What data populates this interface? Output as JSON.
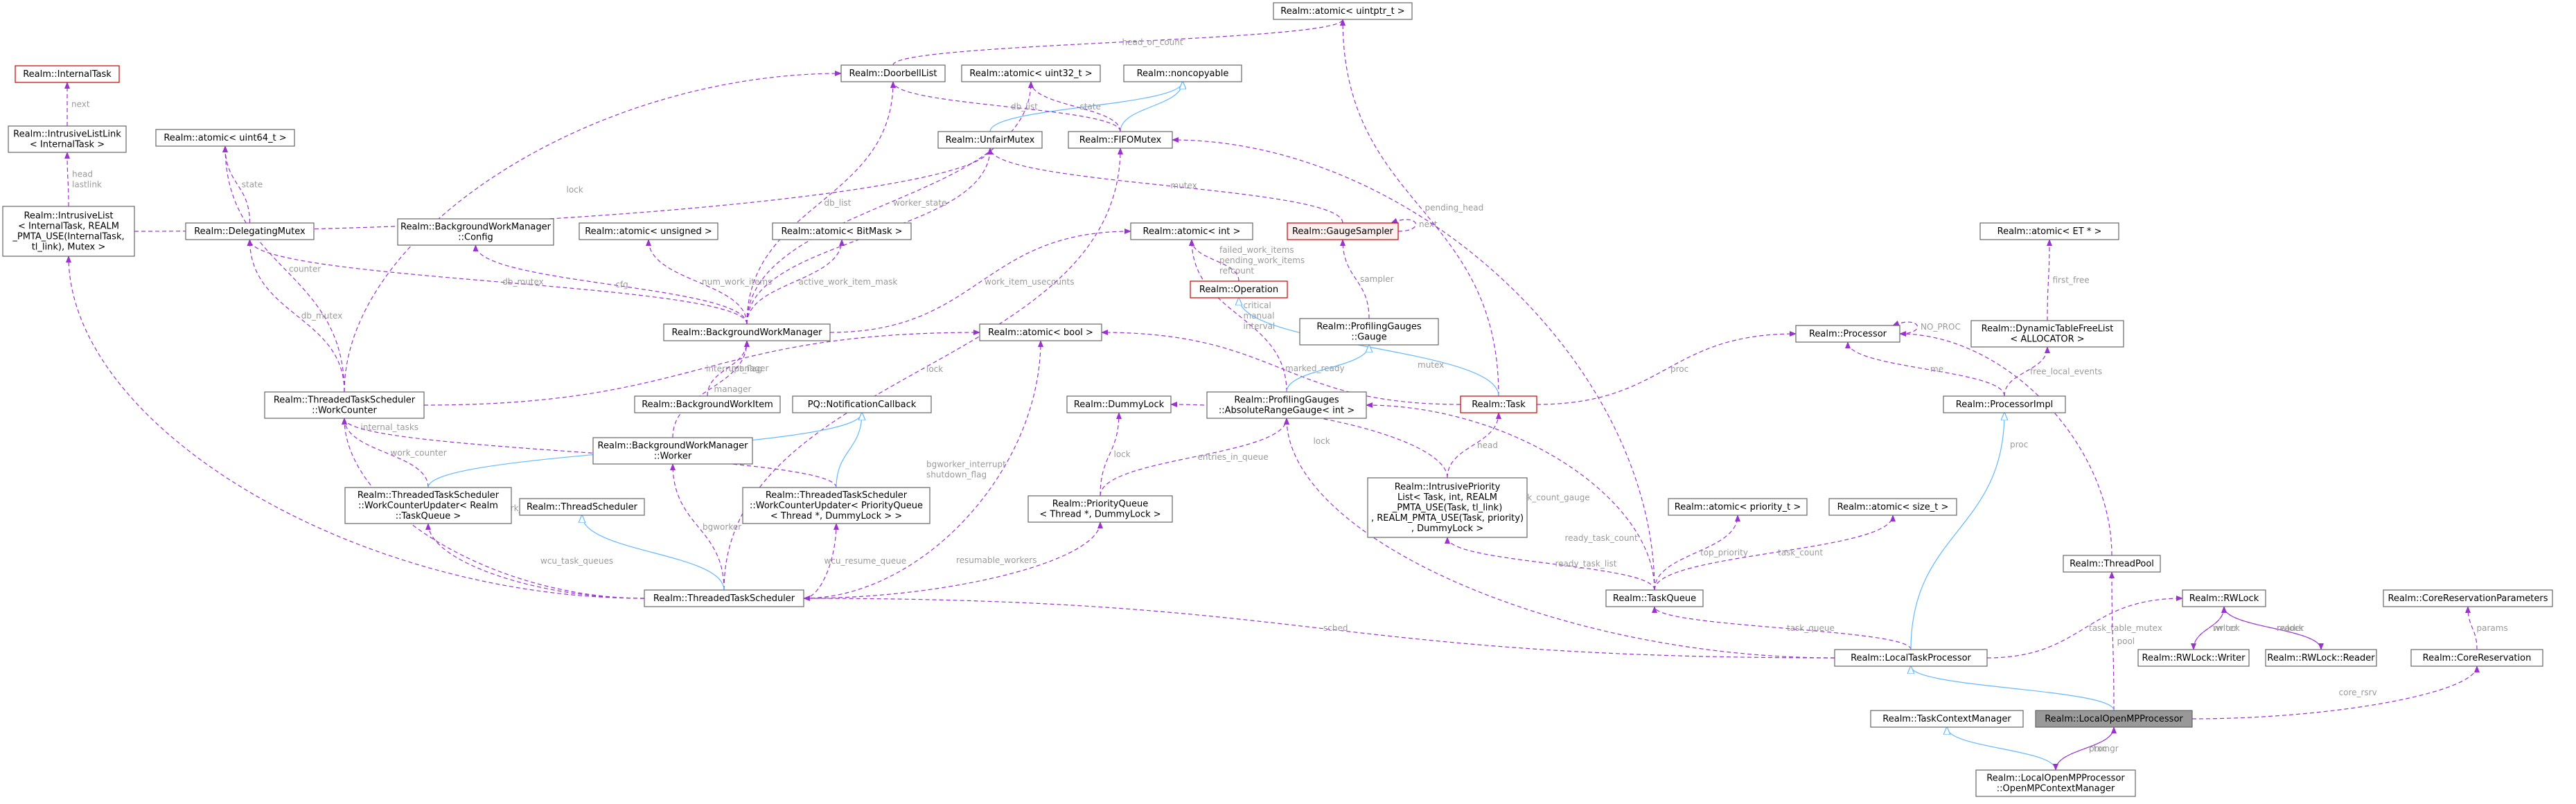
{
  "nodes": {
    "internaltask": "Realm::InternalTask",
    "intrusivelistlink": [
      "Realm::IntrusiveListLink",
      "< InternalTask >"
    ],
    "intrusivelist": [
      "Realm::IntrusiveList",
      "< InternalTask, REALM",
      "_PMTA_USE(InternalTask,",
      "tl_link), Mutex >"
    ],
    "atomic_uint64": "Realm::atomic< uint64_t >",
    "delegatingmutex": "Realm::DelegatingMutex",
    "bgwm_config": [
      "Realm::BackgroundWorkManager",
      "::Config"
    ],
    "atomic_unsigned": "Realm::atomic< unsigned >",
    "atomic_bitmask": "Realm::atomic< BitMask >",
    "doorbelllist": "Realm::DoorbellList",
    "atomic_uint32": "Realm::atomic< uint32_t >",
    "noncopyable": "Realm::noncopyable",
    "atomic_uintptr": "Realm::atomic< uintptr_t >",
    "unfairmutex": "Realm::UnfairMutex",
    "fifomutex": "Realm::FIFOMutex",
    "atomic_int": "Realm::atomic< int >",
    "gaugesampler": "Realm::GaugeSampler",
    "atomic_et": "Realm::atomic< ET * >",
    "bgworkmanager": "Realm::BackgroundWorkManager",
    "bgworkitem": "Realm::BackgroundWorkItem",
    "atomic_bool": "Realm::atomic< bool >",
    "operation": "Realm::Operation",
    "profgauge": [
      "Realm::ProfilingGauges",
      "::Gauge"
    ],
    "processor": "Realm::Processor",
    "dyntablefreelist": [
      "Realm::DynamicTableFreeList",
      "< ALLOCATOR >"
    ],
    "tts_workcounter": [
      "Realm::ThreadedTaskScheduler",
      "::WorkCounter"
    ],
    "notificationcallback": "PQ::NotificationCallback",
    "dummylock": "Realm::DummyLock",
    "absrangegauge": [
      "Realm::ProfilingGauges",
      "::AbsoluteRangeGauge< int >"
    ],
    "task": "Realm::Task",
    "processorimpl": "Realm::ProcessorImpl",
    "bgwm_worker": [
      "Realm::BackgroundWorkManager",
      "::Worker"
    ],
    "wcu_realm": [
      "Realm::ThreadedTaskScheduler",
      "::WorkCounterUpdater< Realm",
      "::TaskQueue >"
    ],
    "wcu_pq": [
      "Realm::ThreadedTaskScheduler",
      "::WorkCounterUpdater< PriorityQueue",
      "< Thread *, DummyLock > >"
    ],
    "priorityqueue": [
      "Realm::PriorityQueue",
      "< Thread *, DummyLock >"
    ],
    "intrusiveprioritylist": [
      "Realm::IntrusivePriority",
      "List< Task, int, REALM",
      "_PMTA_USE(Task, tl_link)",
      ", REALM_PMTA_USE(Task, priority)",
      ", DummyLock >"
    ],
    "atomic_priority": "Realm::atomic< priority_t >",
    "atomic_size": "Realm::atomic< size_t >",
    "threadscheduler": "Realm::ThreadScheduler",
    "threadedtaskscheduler": "Realm::ThreadedTaskScheduler",
    "taskqueue": "Realm::TaskQueue",
    "threadpool": "Realm::ThreadPool",
    "rwlock": "Realm::RWLock",
    "corereservationparams": "Realm::CoreReservationParameters",
    "localtaskprocessor": "Realm::LocalTaskProcessor",
    "rwlock_writer": "Realm::RWLock::Writer",
    "rwlock_reader": "Realm::RWLock::Reader",
    "corereservation": "Realm::CoreReservation",
    "taskcontextmanager": "Realm::TaskContextManager",
    "localopenmpprocessor": "Realm::LocalOpenMPProcessor",
    "openmpcontextmanager": [
      "Realm::LocalOpenMPProcessor",
      "::OpenMPContextManager"
    ]
  },
  "edge_labels": {
    "next": "next",
    "head_lastlink": [
      "head",
      "lastlink"
    ],
    "state": "state",
    "lock": "lock",
    "counter": "counter",
    "db_mutex_a": "db_mutex",
    "db_list_a": "db_list",
    "internal_tasks": "internal_tasks",
    "db_mutex_b": "db_mutex",
    "cfg": "cfg",
    "num_work_items": "num_work_items",
    "active_work_item_mask": "active_work_item_mask",
    "worker_state": "worker_state",
    "db_list_b": "db_list",
    "mutex_a": "mutex",
    "work_item_usecounts": "work_item_usecounts",
    "head_or_count": "head_or_count",
    "db_list_c": "db_list",
    "state_b": "state",
    "mutex_b": "mutex",
    "next_gauge": "next",
    "failed_work_items": [
      "failed_work_items",
      "pending_work_items",
      "refcount"
    ],
    "sampler": "sampler",
    "pending_head": "pending_head",
    "manager": "manager",
    "interrupt_flag": "interrupt_flag",
    "lock_b": "lock",
    "manager_b": "manager",
    "critical_manual_interval": [
      "critical",
      "manual",
      "interval"
    ],
    "marked_ready": "marked_ready",
    "mutex_c": "mutex",
    "no_proc": "NO_PROC",
    "first_free": "first_free",
    "free_list_events": "free_local_events",
    "me": "me",
    "proc": "proc",
    "proc_b": "proc",
    "work_counter_a": "work_counter",
    "work_counter_b": "work_counter",
    "work_counter_c": "work_counter",
    "bgworker": "bgworker",
    "bgworker_interrupt": [
      "bgworker_interrupt",
      "shutdown_flag"
    ],
    "lock_c": "lock",
    "entries_in_queue": "entries_in_queue",
    "lock_d": "lock",
    "head": "head",
    "task_count_gauge": "task_count_gauge",
    "top_priority": "top_priority",
    "task_count": "task_count",
    "ready_task_list": "ready_task_list",
    "ready_task_count": "ready_task_count",
    "resumable_workers": "resumable_workers",
    "wcu_task_queues": "wcu_task_queues",
    "wcu_resume_queue": "wcu_resume_queue",
    "sched": "sched",
    "task_queue": "task_queue",
    "task_table_mutex": "task_table_mutex",
    "pool": "pool",
    "writer": "writer",
    "rwlock": "rwlock",
    "reader": "reader",
    "rwlock_b": "rwlock",
    "params": "params",
    "core_rsrv": "core_rsrv",
    "ctxmgr": "ctxmgr",
    "proc_c": "proc"
  }
}
